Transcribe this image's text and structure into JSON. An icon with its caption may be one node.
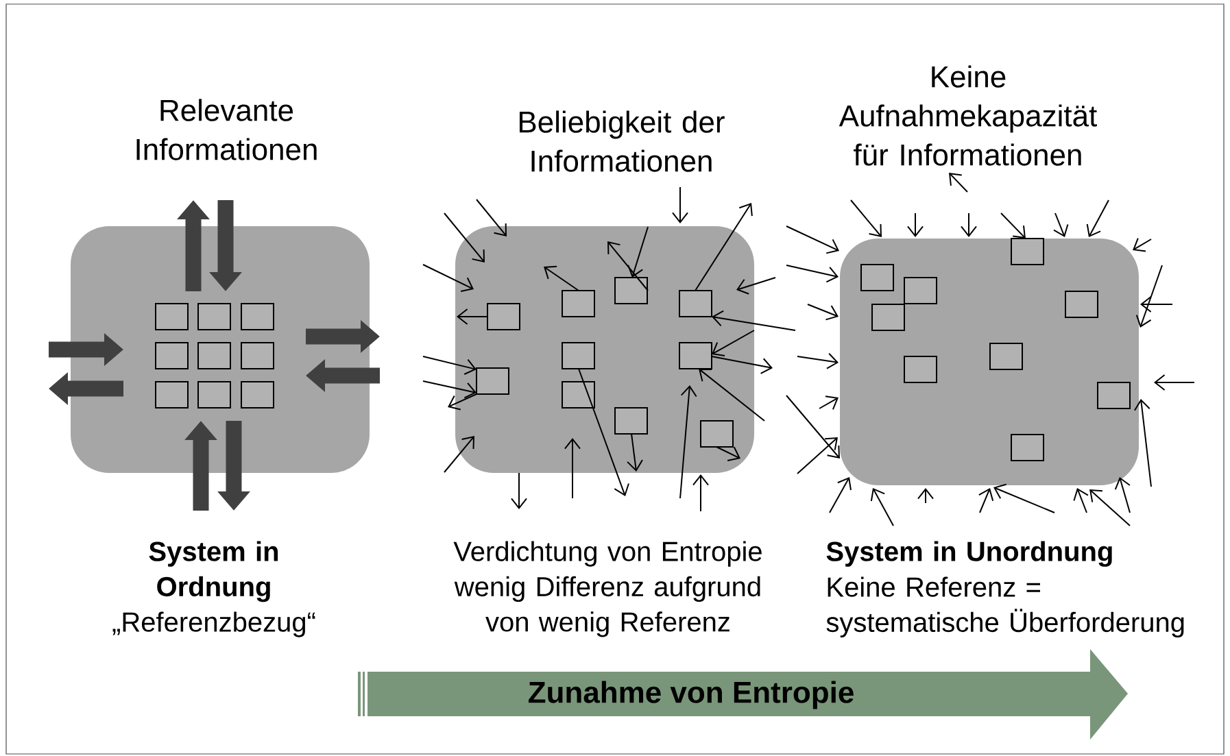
{
  "diagram": {
    "nodes": [
      {
        "text": [
          "Relevante Informationen"
        ]
      },
      {
        "text": [],
        "shape": "box",
        "in": 0
      },
      {
        "text": [],
        "shape": "box",
        "in": 0
      },
      {
        "text": [],
        "shape": "box",
        "in": 0
      },
      {
        "text": [],
        "shape": "box",
        "in": 0
      },
      {
        "text": [],
        "shape": "box",
        "in": 0
      },
      {
        "text": [],
        "shape": "box",
        "in": 0
      },
      {
        "text": [],
        "shape": "box",
        "in": 0
      },
      {
        "text": [],
        "shape": "box",
        "in": 0
      },
      {
        "text": [],
        "shape": "box",
        "in": 0
      },
      {
        "text": [
          "Beliebigkeit der Informationen"
        ]
      },
      {
        "text": [],
        "shape": "box",
        "in": 10
      },
      {
        "text": [],
        "shape": "box",
        "in": 10
      },
      {
        "text": [],
        "shape": "box",
        "in": 10
      },
      {
        "text": [],
        "shape": "box",
        "in": 10
      },
      {
        "text": [],
        "shape": "box",
        "in": 10
      },
      {
        "text": [],
        "shape": "box",
        "in": 10
      },
      {
        "text": [],
        "shape": "box",
        "in": 10
      },
      {
        "text": [],
        "shape": "box",
        "in": 10
      },
      {
        "text": [],
        "shape": "box",
        "in": 10
      },
      {
        "text": [],
        "shape": "box",
        "in": 10
      },
      {
        "text": [
          "Keine Aufnahmekapazität für Informationen"
        ]
      },
      {
        "text": [],
        "shape": "box",
        "in": 21
      },
      {
        "text": [],
        "shape": "box",
        "in": 21
      },
      {
        "text": [],
        "shape": "box",
        "in": 21
      },
      {
        "text": [],
        "shape": "box",
        "in": 21
      },
      {
        "text": [],
        "shape": "box",
        "in": 21
      },
      {
        "text": [],
        "shape": "box",
        "in": 21
      },
      {
        "text": [],
        "shape": "box",
        "in": 21
      },
      {
        "text": [],
        "shape": "box",
        "in": 21
      },
      {
        "text": [],
        "shape": "box",
        "in": 21
      },
      {
        "text": [
          "Zunahme von Entropie"
        ]
      }
    ],
    "edges": [
      {
        "from": null,
        "to": 10,
        "arrow": "to"
      },
      {
        "from": null,
        "to": 10,
        "arrow": "to"
      },
      {
        "from": null,
        "to": 10,
        "arrow": "to"
      },
      {
        "from": 14,
        "to": 10,
        "arrow": "to"
      },
      {
        "from": null,
        "to": 17,
        "arrow": "to"
      },
      {
        "from": null,
        "to": 17,
        "arrow": "to"
      },
      {
        "from": 17,
        "to": null,
        "arrow": "to"
      },
      {
        "from": null,
        "to": 10,
        "arrow": "to"
      },
      {
        "from": 10,
        "to": null,
        "arrow": "to"
      },
      {
        "from": 15,
        "to": null,
        "arrow": "to"
      },
      {
        "from": 12,
        "to": null,
        "arrow": "to"
      },
      {
        "from": 11,
        "to": null,
        "arrow": "to"
      },
      {
        "from": 10,
        "to": 11,
        "arrow": "to"
      },
      {
        "from": null,
        "to": 10,
        "arrow": "to"
      },
      {
        "from": 13,
        "to": null,
        "arrow": "to"
      },
      {
        "from": null,
        "to": 10,
        "arrow": "to"
      },
      {
        "from": null,
        "to": 13,
        "arrow": "to"
      },
      {
        "from": 10,
        "to": 16,
        "arrow": "to"
      },
      {
        "from": 16,
        "to": null,
        "arrow": "to"
      },
      {
        "from": null,
        "to": 16,
        "arrow": "to"
      },
      {
        "from": null,
        "to": 10,
        "arrow": "to"
      },
      {
        "from": 19,
        "to": 10,
        "arrow": "to"
      },
      {
        "from": 20,
        "to": null,
        "arrow": "to"
      },
      {
        "from": null,
        "to": 21,
        "arrow": "to"
      },
      {
        "from": null,
        "to": 21,
        "arrow": "to"
      },
      {
        "from": null,
        "to": 21,
        "arrow": "to"
      },
      {
        "from": null,
        "to": 22,
        "arrow": "to"
      },
      {
        "from": null,
        "to": 21,
        "arrow": "to"
      },
      {
        "from": null,
        "to": 21,
        "arrow": "to"
      },
      {
        "from": null,
        "to": 21,
        "arrow": "to"
      },
      {
        "from": null,
        "to": 21,
        "arrow": "to"
      },
      {
        "from": null,
        "to": 21,
        "arrow": "to"
      },
      {
        "from": null,
        "to": 21,
        "arrow": "to"
      },
      {
        "from": null,
        "to": 21,
        "arrow": "to"
      },
      {
        "from": null,
        "to": 21,
        "arrow": "to"
      },
      {
        "from": null,
        "to": 21,
        "arrow": "to"
      },
      {
        "from": null,
        "to": 21,
        "arrow": "to"
      },
      {
        "from": null,
        "to": 21,
        "arrow": "to"
      },
      {
        "from": null,
        "to": 21,
        "arrow": "to"
      },
      {
        "from": null,
        "to": 21,
        "arrow": "to"
      },
      {
        "from": null,
        "to": 21,
        "arrow": "to"
      },
      {
        "from": null,
        "to": 21,
        "arrow": "to"
      },
      {
        "from": null,
        "to": 21,
        "arrow": "to"
      },
      {
        "from": null,
        "to": 21,
        "arrow": "to"
      },
      {
        "from": null,
        "to": 21,
        "arrow": "to"
      },
      {
        "from": null,
        "to": 21,
        "arrow": "to"
      },
      {
        "from": null,
        "to": 21,
        "arrow": "to"
      }
    ],
    "labels": [
      "System in Ordnung",
      "„Referenzbezug“",
      "Verdichtung von Entropie wenig Differenz aufgrund von wenig Referenz",
      "System in Unordnung",
      "Keine Referenz = systematische Überforderung"
    ]
  }
}
